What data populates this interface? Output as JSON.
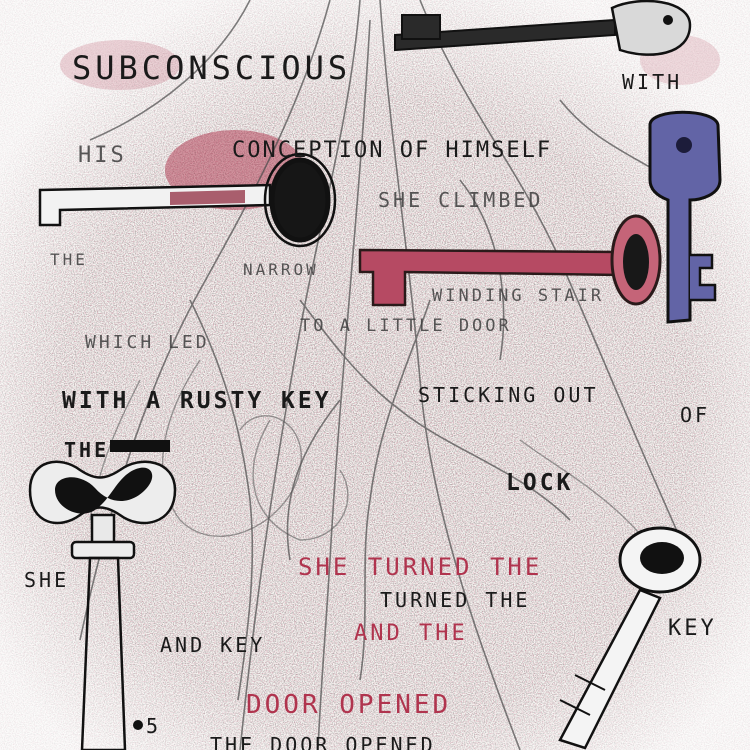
{
  "artwork": {
    "colors": {
      "paper": "#f7f5f2",
      "graphite": "#1a1a1a",
      "crimson": "#a8233f",
      "violet": "#5c5a9c"
    },
    "words": {
      "subconscious": "SUBCONSCIOUS",
      "with": "WITH",
      "his": "HIS",
      "conception": "CONCEPTION OF HIMSELF",
      "she_climbed": "SHE CLIMBED",
      "the_1": "THE",
      "narrow": "NARROW",
      "winding_stair": "WINDING STAIR",
      "which_led": "WHICH LED",
      "to_little_door": "TO A LITTLE DOOR",
      "with_a_rusty_key": "WITH A RUSTY KEY",
      "sticking_out": "STICKING OUT",
      "of": "OF",
      "the_2": "THE",
      "lock": "LOCK",
      "she": "SHE",
      "she_turned_the": "SHE TURNED THE",
      "turned_the": "TURNED THE",
      "key": "KEY",
      "and_key": "AND KEY",
      "and_the": "AND THE",
      "door_opened": "DOOR OPENED",
      "page_number": "5",
      "the_door_opened": "THE DOOR OPENED"
    }
  }
}
